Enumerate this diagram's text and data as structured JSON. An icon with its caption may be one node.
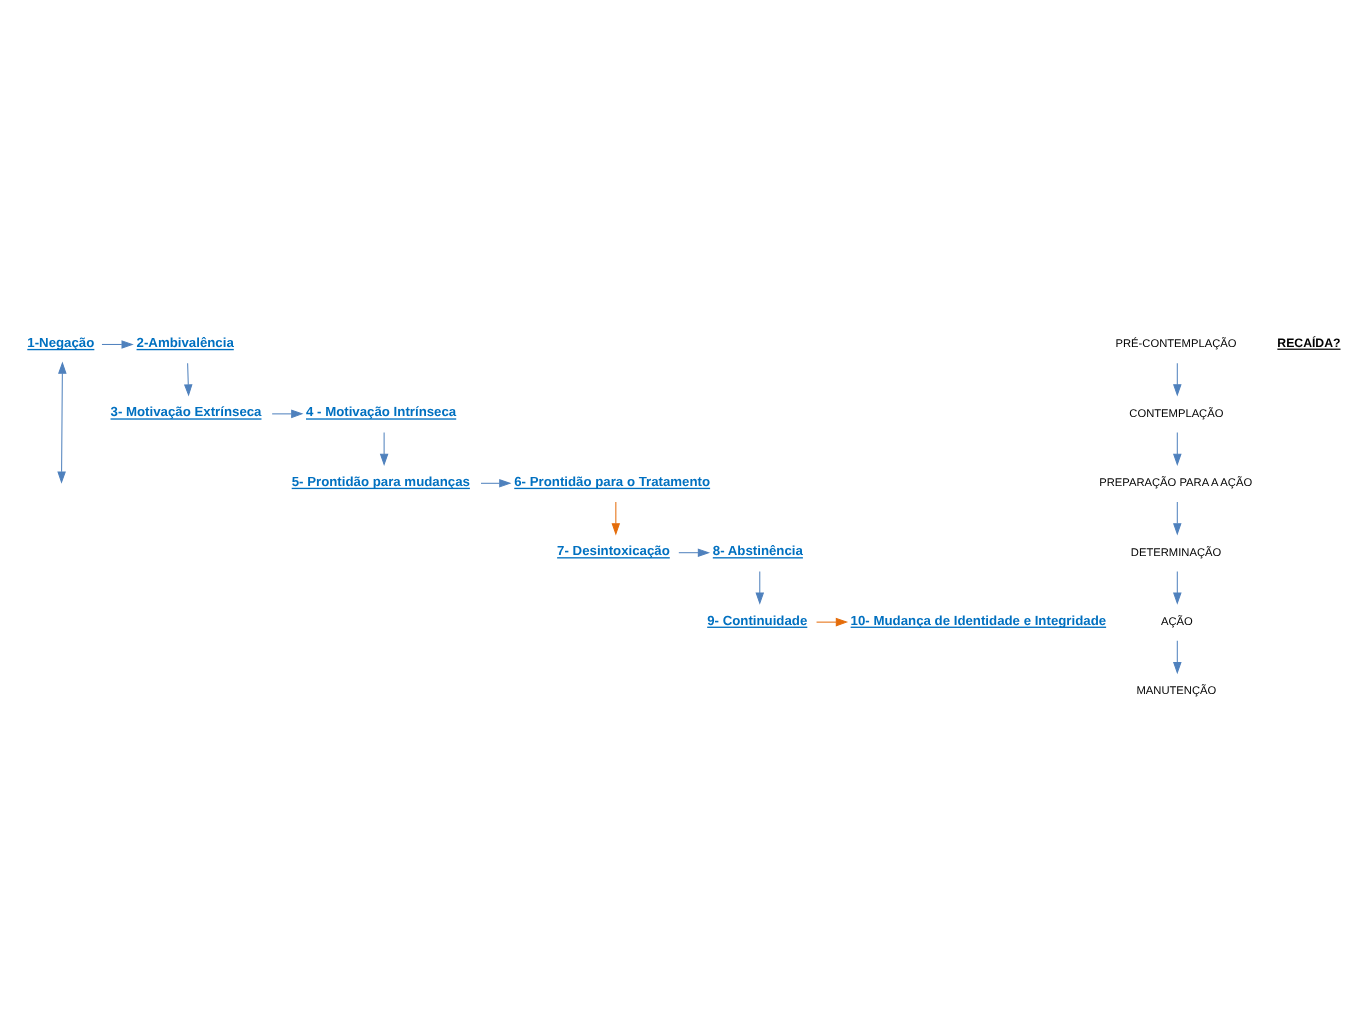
{
  "diagram": {
    "nodes": [
      {
        "text": [
          "1-Negação"
        ]
      },
      {
        "text": [
          "2-Ambivalência"
        ]
      },
      {
        "text": [
          "3- Motivação Extrínseca"
        ]
      },
      {
        "text": [
          "4 - Motivação Intrínseca"
        ]
      },
      {
        "text": [
          "5- Prontidão para mudanças"
        ]
      },
      {
        "text": [
          "6- Prontidão para o Tratamento"
        ]
      },
      {
        "text": [
          "7- Desintoxicação"
        ]
      },
      {
        "text": [
          "8- Abstinência"
        ]
      },
      {
        "text": [
          "9- Continuidade"
        ]
      },
      {
        "text": [
          "10- Mudança de Identidade e Integridade"
        ]
      },
      {
        "text": [
          "PRÉ-CONTEMPLAÇÃO"
        ]
      },
      {
        "text": [
          "CONTEMPLAÇÃO"
        ]
      },
      {
        "text": [
          "PREPARAÇÃO PARA A AÇÃO"
        ]
      },
      {
        "text": [
          "DETERMINAÇÃO"
        ]
      },
      {
        "text": [
          "AÇÃO"
        ]
      },
      {
        "text": [
          "MANUTENÇÃO"
        ]
      }
    ],
    "edges": [
      {
        "from": 0,
        "to": 1,
        "arrow": "to"
      },
      {
        "from": 1,
        "to": 2,
        "arrow": "to"
      },
      {
        "from": 2,
        "to": 3,
        "arrow": "to"
      },
      {
        "from": 3,
        "to": 4,
        "arrow": "to"
      },
      {
        "from": 4,
        "to": 5,
        "arrow": "to"
      },
      {
        "from": 5,
        "to": 6,
        "arrow": "to",
        "color": "#e46c0a"
      },
      {
        "from": 6,
        "to": 7,
        "arrow": "to"
      },
      {
        "from": 7,
        "to": 8,
        "arrow": "to"
      },
      {
        "from": 8,
        "to": 9,
        "arrow": "to",
        "color": "#e46c0a"
      },
      {
        "from": 10,
        "to": 11,
        "arrow": "to"
      },
      {
        "from": 11,
        "to": 12,
        "arrow": "to"
      },
      {
        "from": 12,
        "to": 13,
        "arrow": "to"
      },
      {
        "from": 13,
        "to": 14,
        "arrow": "to"
      },
      {
        "from": 14,
        "to": 15,
        "arrow": "to"
      },
      {
        "from": 0,
        "to": null,
        "arrow": "both"
      }
    ],
    "labels": [
      "RECAÍDA?"
    ]
  }
}
